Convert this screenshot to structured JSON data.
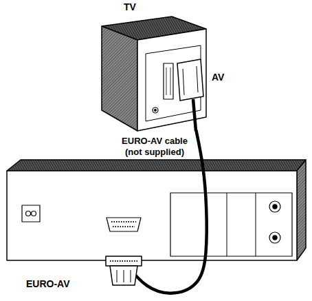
{
  "diagram": {
    "nodes": [
      {
        "text": [
          "TV",
          "AV"
        ]
      },
      {
        "text": [
          "EURO-AV"
        ]
      }
    ],
    "edges": [
      {
        "from": 0,
        "to": 1,
        "arrow": "none",
        "label": "EURO-AV cable (not supplied)"
      }
    ]
  }
}
